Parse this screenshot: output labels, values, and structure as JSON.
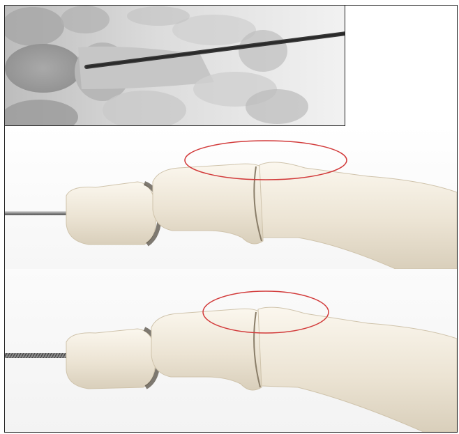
{
  "figure": {
    "panels": [
      {
        "kind": "radiograph",
        "content": "x-ray-k-wire-in-finger"
      },
      {
        "kind": "3d-render",
        "content": "finger-bones-smooth-wire",
        "highlight": "red-ellipse"
      },
      {
        "kind": "3d-render",
        "content": "finger-bones-threaded-wire",
        "highlight": "red-ellipse"
      }
    ],
    "colors": {
      "highlight": "#d23a3a",
      "bone": "#ece4d4",
      "wire": "#7c7c7c",
      "xray_background": "#e9e9e9"
    }
  }
}
